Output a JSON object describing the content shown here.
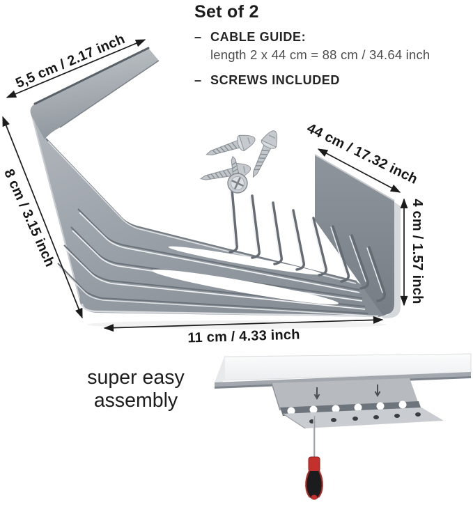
{
  "info": {
    "title": "Set of 2",
    "bullets": [
      {
        "dash": "–",
        "label": "CABLE GUIDE:",
        "detail": "length 2 x 44 cm = 88 cm / 34.64 inch"
      },
      {
        "dash": "–",
        "label": "SCREWS INCLUDED"
      }
    ]
  },
  "dimensions": {
    "top_flange": "5,5 cm / 2.17 inch",
    "side_height": "8 cm / 3.15 inch",
    "length": "44 cm / 17.32 inch",
    "lip_height": "4 cm / 1.57 inch",
    "bottom_width": "11 cm / 4.33 inch"
  },
  "footer": {
    "line1": "super easy",
    "line2": "assembly"
  },
  "colors": {
    "metal_base": "#9aa1a8",
    "metal_dark": "#6c727a",
    "metal_light": "#d6d9dc",
    "arrow_black": "#1b1b1b",
    "text_dark": "#1d1d1d",
    "text_gray": "#4d4d4d",
    "handle_red": "#c4302c",
    "handle_black": "#1b1c1e"
  }
}
